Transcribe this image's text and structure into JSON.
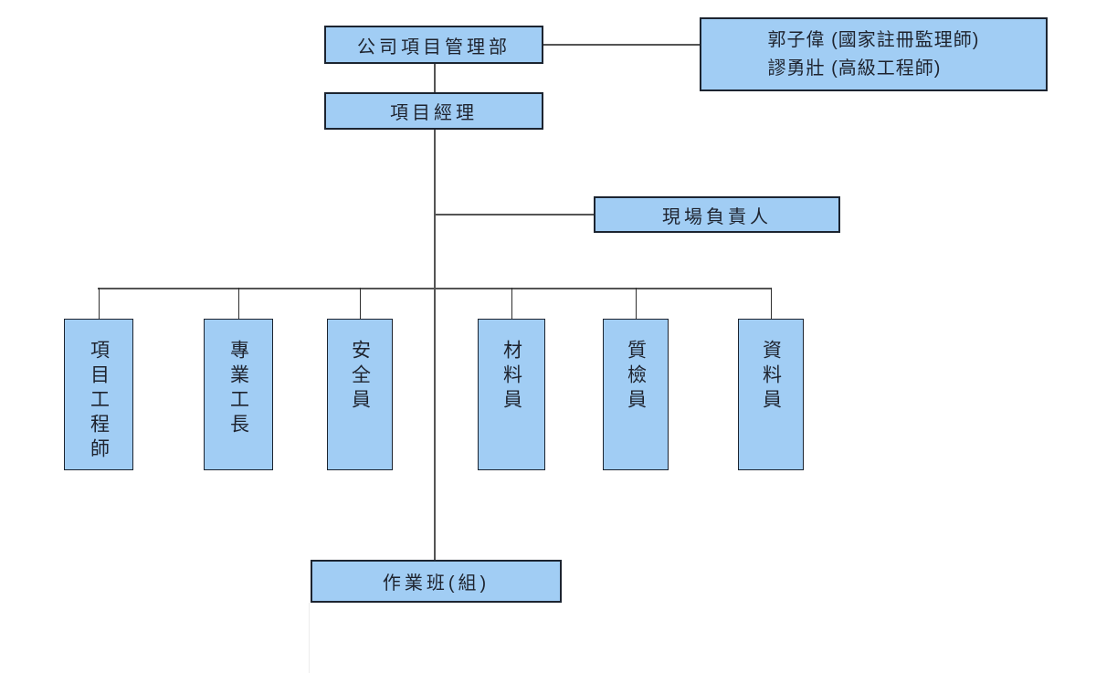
{
  "colors": {
    "page_bg": "#ffffff",
    "node_fill": "#a1cdf4",
    "node_border": "#1c2430",
    "connector": "#545454",
    "stub": "#2e2e2e",
    "text_color": "#1e232e"
  },
  "org": {
    "dept": "公司項目管理部",
    "manager": "項目經理",
    "advisors": {
      "line1": "郭子偉 (國家註冊監理師)",
      "line2": "謬勇壯 (高級工程師)"
    },
    "site_lead": "現場負責人",
    "staff": [
      "項目工程師",
      "專業工長",
      "安全員",
      "材料員",
      "質檢員",
      "資料員"
    ],
    "work_team": "作業班(組)"
  }
}
